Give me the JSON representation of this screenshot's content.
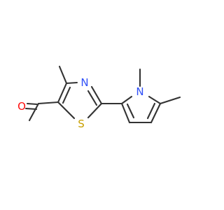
{
  "molecule": {
    "atoms": {
      "oxygen": {
        "symbol": "O",
        "color": "#ff0d0d"
      },
      "nitrogen_thiazole": {
        "symbol": "N",
        "color": "#3050f8"
      },
      "nitrogen_pyrrole": {
        "symbol": "N",
        "color": "#3050f8"
      },
      "sulfur": {
        "symbol": "S",
        "color": "#c8a000"
      }
    },
    "bond_color": "#333333"
  }
}
